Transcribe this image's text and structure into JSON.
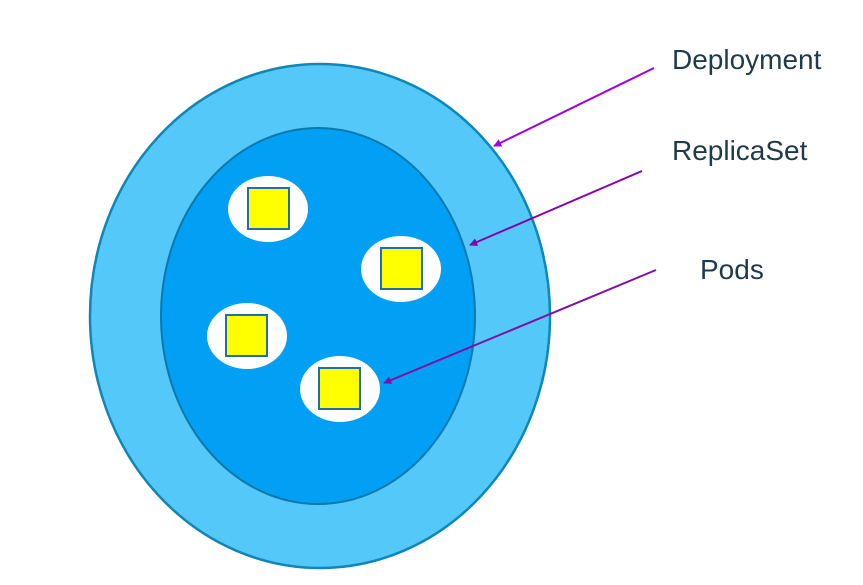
{
  "labels": {
    "deployment": "Deployment",
    "replicaset": "ReplicaSet",
    "pods": "Pods"
  },
  "colors": {
    "deployment_fill": "#55C8FA",
    "deployment_stroke": "#0F86B5",
    "replicaset_fill": "#02A0F4",
    "replicaset_stroke": "#0B79AC",
    "pod_fill": "#FFFFFF",
    "pod_square": "#FFFF00",
    "pod_square_stroke": "#1F6FA8",
    "arrow_deployment": "#A000E0",
    "arrow_replicaset": "#8800AA",
    "arrow_pods": "#8010A8",
    "label_text": "#1F3A4A"
  },
  "pod_count": 4
}
